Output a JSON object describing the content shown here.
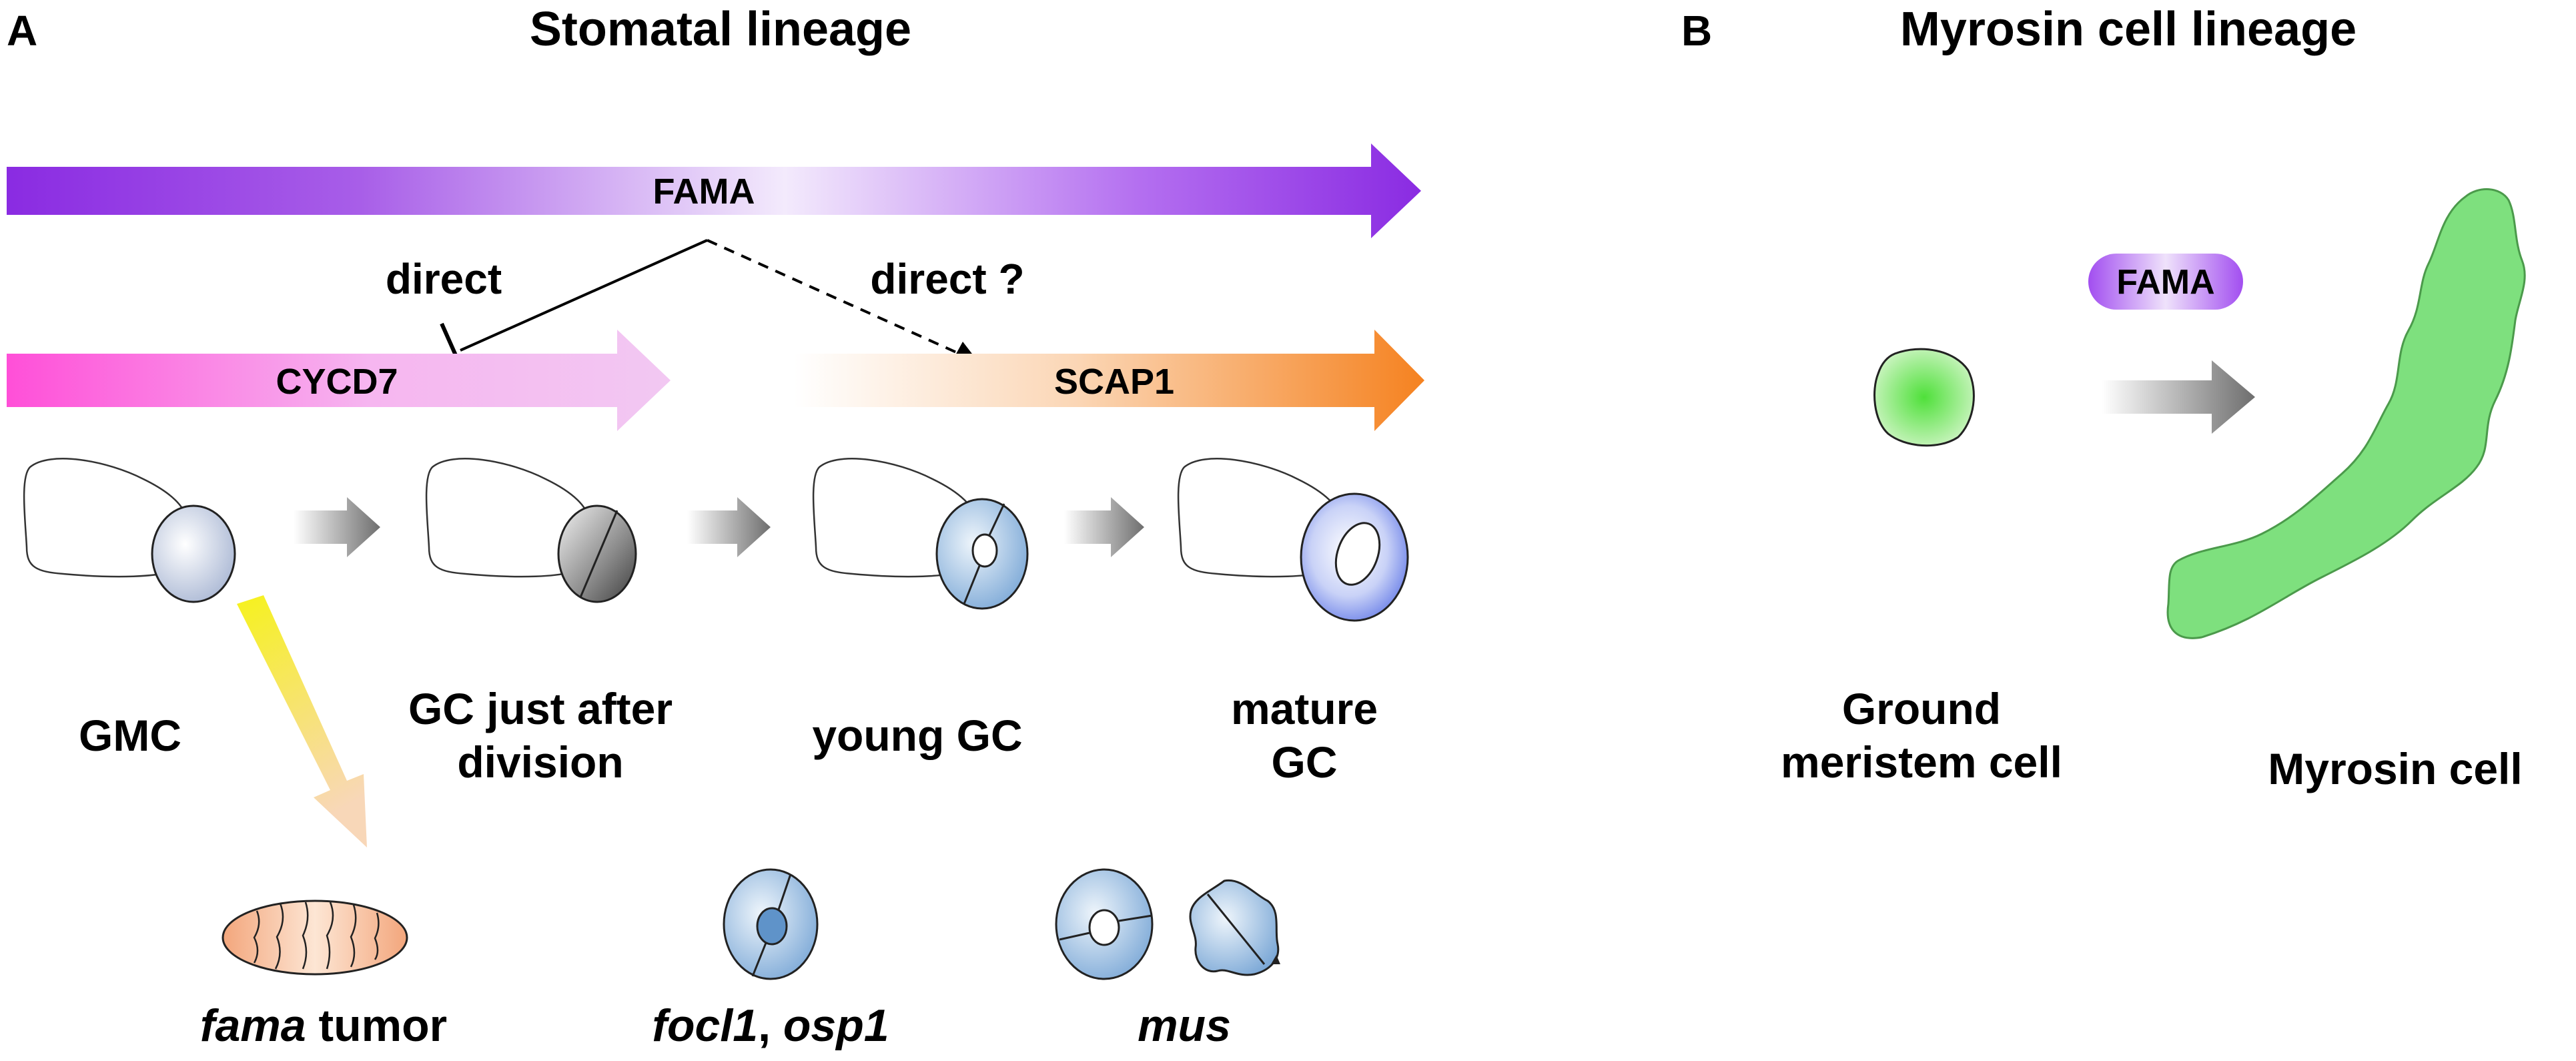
{
  "panel_a": {
    "letter": "A",
    "title": "Stomatal lineage",
    "fama_arrow_label": "FAMA",
    "cycd7_arrow_label": "CYCD7",
    "scap1_arrow_label": "SCAP1",
    "label_direct": "direct",
    "label_direct_q": "direct ?",
    "stages": [
      {
        "line1": "GMC",
        "line2": ""
      },
      {
        "line1": "GC just after",
        "line2": "division"
      },
      {
        "line1": "young GC",
        "line2": ""
      },
      {
        "line1": "mature",
        "line2": "GC"
      }
    ],
    "mutants": {
      "fama_italic": "fama",
      "fama_rest": " tumor",
      "focl1": "focl1",
      "sep": ", ",
      "osp1": "osp1",
      "mus": "mus"
    }
  },
  "panel_b": {
    "letter": "B",
    "title": "Myrosin cell lineage",
    "fama_pill": "FAMA",
    "stage1_line1": "Ground",
    "stage1_line2": "meristem cell",
    "stage2": "Myrosin cell"
  },
  "colors": {
    "fama_purple": "#8a2be2",
    "cycd7_magenta": "#ff4fd8",
    "scap1_orange": "#f58220",
    "myrosin_green": "#7ee07e",
    "gc_blue": "#6a7fe8",
    "tumor_peach": "#f6c4a3",
    "gmc_arrow_yellow": "#f2ee2a"
  }
}
